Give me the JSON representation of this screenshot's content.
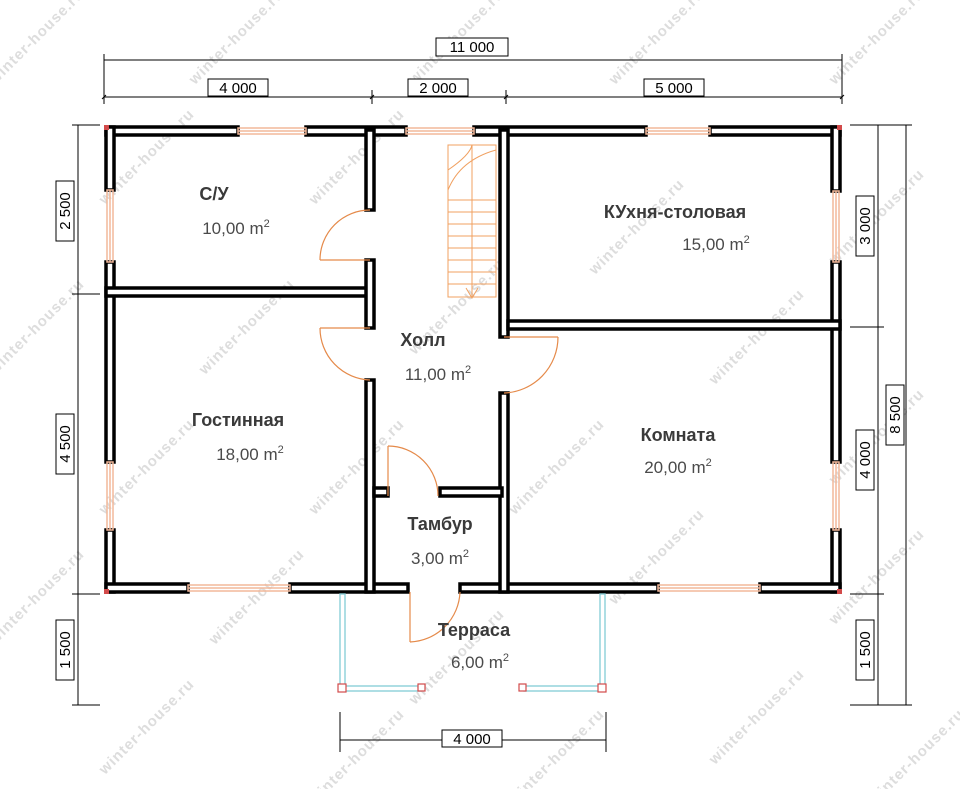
{
  "rooms": [
    {
      "id": "su",
      "name": "С/У",
      "area": "10,00 m",
      "sup": "2"
    },
    {
      "id": "kitchen",
      "name": "КУхня-столовая",
      "area": "15,00 m",
      "sup": "2"
    },
    {
      "id": "hall",
      "name": "Холл",
      "area": "11,00 m",
      "sup": "2"
    },
    {
      "id": "living",
      "name": "Гостинная",
      "area": "18,00 m",
      "sup": "2"
    },
    {
      "id": "room",
      "name": "Комната",
      "area": "20,00 m",
      "sup": "2"
    },
    {
      "id": "tambur",
      "name": "Тамбур",
      "area": "3,00 m",
      "sup": "2"
    },
    {
      "id": "terrace",
      "name": "Терраса",
      "area": "6,00 m",
      "sup": "2"
    }
  ],
  "dimensions": {
    "top_total": "11 000",
    "top_left": "4 000",
    "top_mid": "2 000",
    "top_right": "5 000",
    "left_top": "2 500",
    "left_mid": "4 500",
    "left_bottom": "1 500",
    "right_top": "3 000",
    "right_mid": "4 000",
    "right_bottom": "1 500",
    "right_total": "8 500",
    "bottom_terrace": "4 000"
  },
  "watermark": "winter-house.ru",
  "colors": {
    "wall": "#000000",
    "window": "#f2b89a",
    "door": "#e58a4a",
    "stairs": "#f0a060",
    "terrace": "#8ccfd8",
    "watermark": "#dddddd"
  }
}
